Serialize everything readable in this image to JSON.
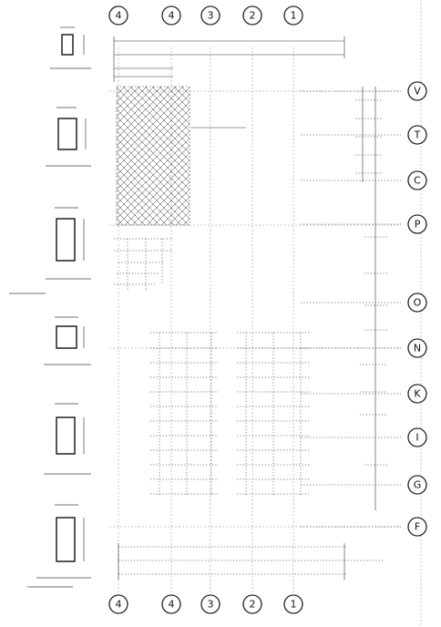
{
  "colors": {
    "ink": "#222222",
    "paper": "#ffffff",
    "grid": "#888888"
  },
  "grid_top": [
    {
      "label": "4"
    },
    {
      "label": "4"
    },
    {
      "label": "3"
    },
    {
      "label": "2"
    },
    {
      "label": "1"
    }
  ],
  "grid_bottom": [
    {
      "label": "4"
    },
    {
      "label": "4"
    },
    {
      "label": "3"
    },
    {
      "label": "2"
    },
    {
      "label": "1"
    }
  ],
  "grid_right": [
    {
      "label": "V"
    },
    {
      "label": "T"
    },
    {
      "label": "C"
    },
    {
      "label": "P"
    },
    {
      "label": "O"
    },
    {
      "label": "N"
    },
    {
      "label": "K"
    },
    {
      "label": "I"
    },
    {
      "label": "G"
    },
    {
      "label": "F"
    }
  ],
  "sections": [
    {
      "kind": "rect-small"
    },
    {
      "kind": "rect-medium"
    },
    {
      "kind": "rect-tall"
    },
    {
      "kind": "square"
    },
    {
      "kind": "rect-medium"
    },
    {
      "kind": "rect-tall"
    }
  ]
}
